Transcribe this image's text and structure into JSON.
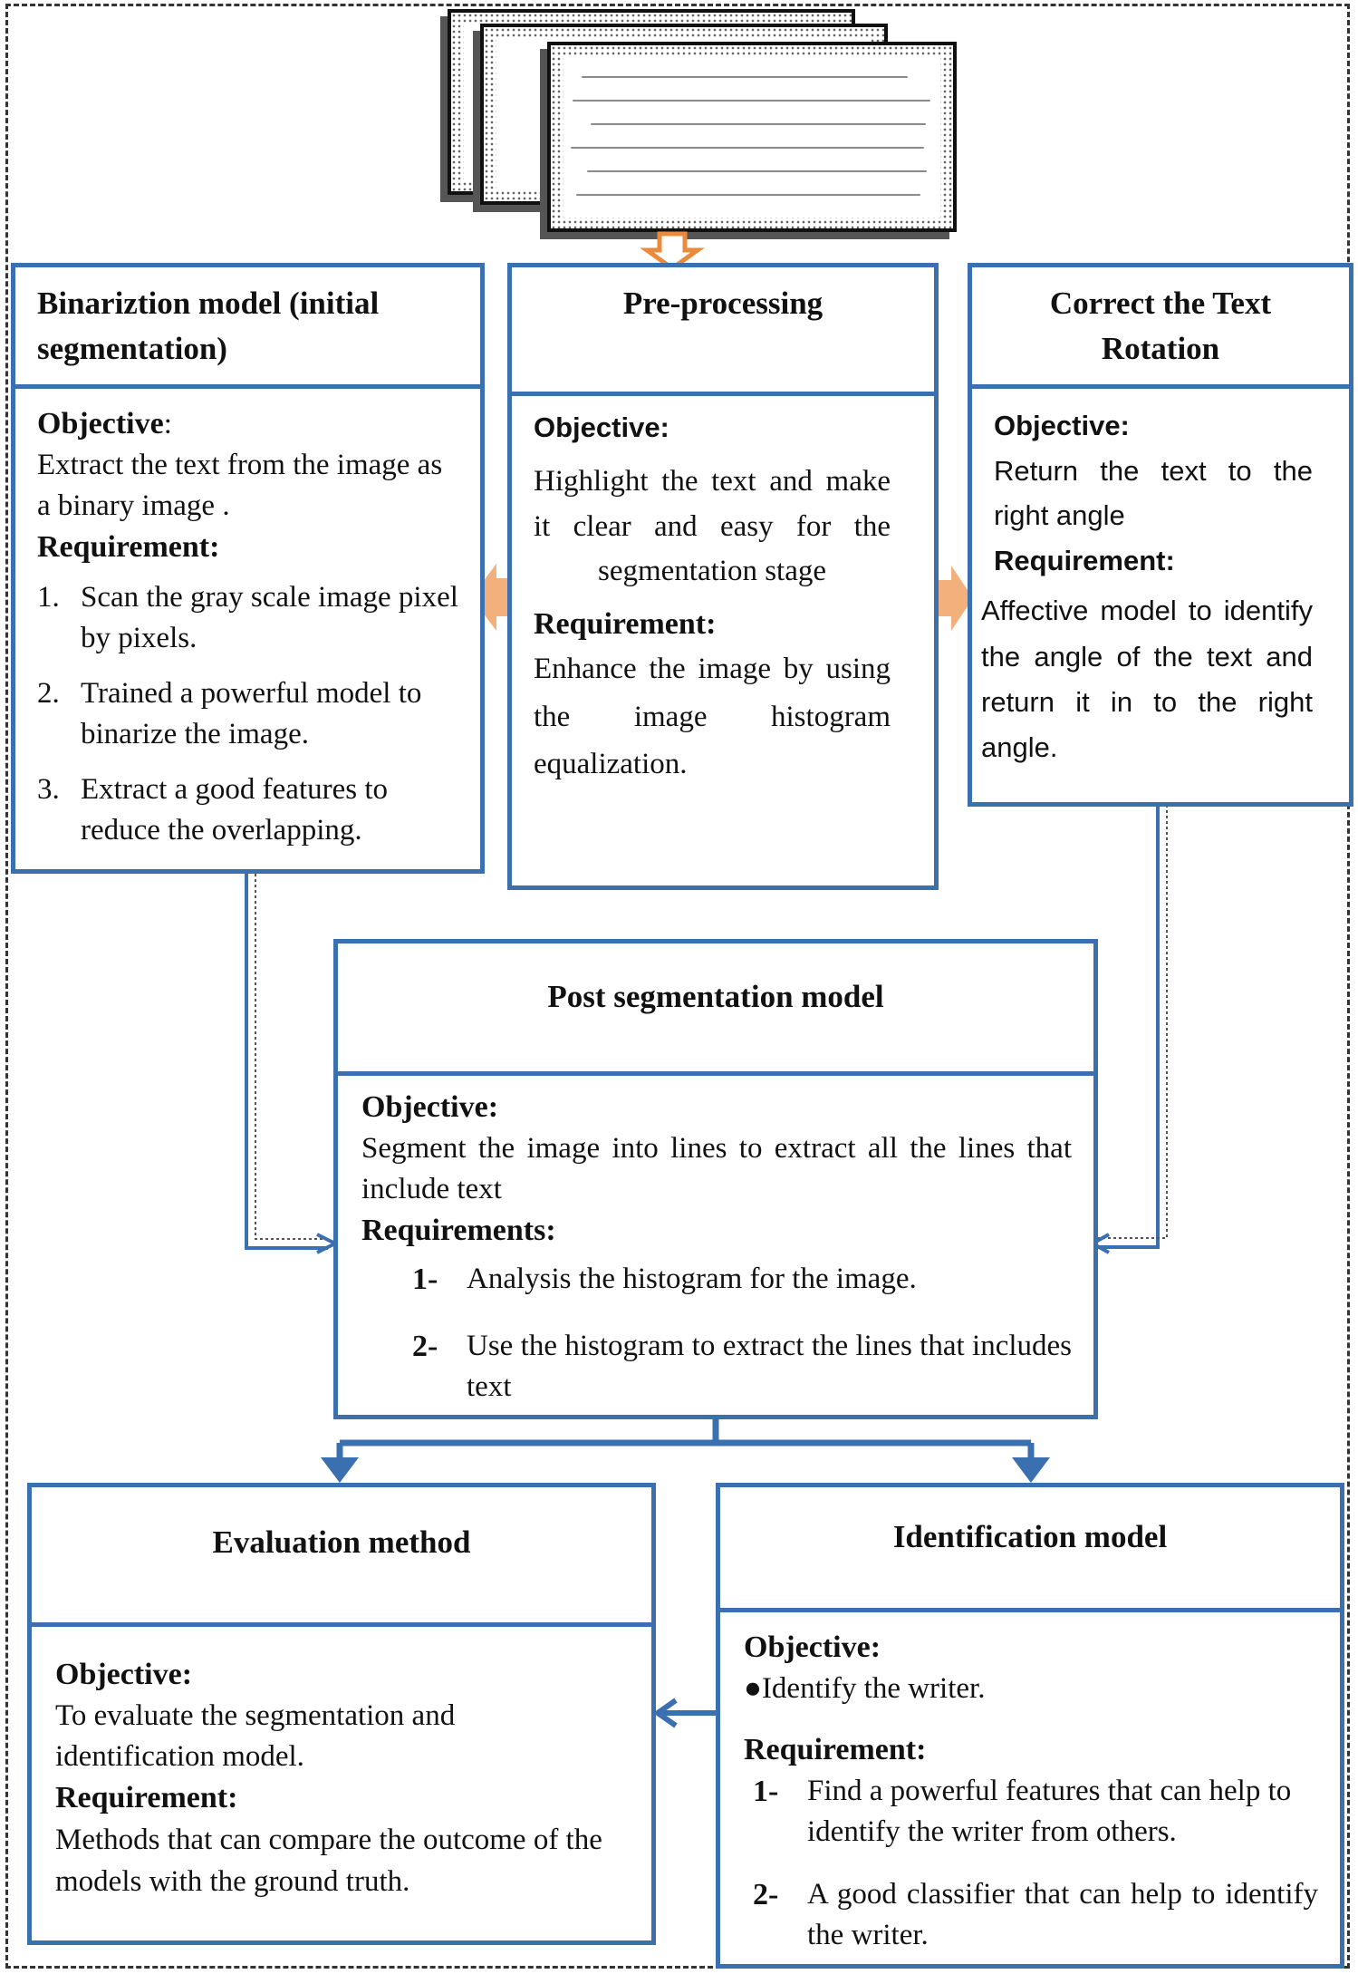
{
  "boxes": {
    "binarization": {
      "title": "Binariztion  model (initial segmentation)",
      "objective_label": "Objective",
      "objective_text": "Extract the text from the image as a binary image .",
      "requirement_label": "Requirement:",
      "items": [
        {
          "num": "1.",
          "text": "Scan the gray scale image pixel by pixels."
        },
        {
          "num": "2.",
          "text": "Trained a powerful  model to binarize the image."
        },
        {
          "num": "3.",
          "text": "Extract a good features to reduce the overlapping."
        }
      ]
    },
    "preprocessing": {
      "title": "Pre-processing",
      "objective_label": "Objective:",
      "objective_text": "Highlight the text and make it clear and easy for the segmentation stage",
      "requirement_label": "Requirement:",
      "requirement_text": "Enhance the image by using the image histogram equalization."
    },
    "rotation": {
      "title": "Correct the Text Rotation",
      "objective_label": "Objective:",
      "objective_text": "Return the text to the right angle",
      "requirement_label": "Requirement:",
      "requirement_text": "Affective model to identify the angle of the text and return it in to the right angle."
    },
    "post_segmentation": {
      "title": "Post segmentation model",
      "objective_label": "Objective:",
      "objective_text": "Segment the image into lines to extract all the lines that include text",
      "requirement_label": "Requirements:",
      "items": [
        {
          "num": "1-",
          "text": "Analysis the histogram for the image."
        },
        {
          "num": "2-",
          "text": "Use the histogram to extract the lines that includes text"
        }
      ]
    },
    "evaluation": {
      "title": "Evaluation method",
      "objective_label": "Objective:",
      "objective_text": "To evaluate the  segmentation and identification model.",
      "requirement_label": "Requirement:",
      "requirement_text": "Methods that can compare the outcome of the models with the ground truth."
    },
    "identification": {
      "title": "Identification model",
      "objective_label": "Objective:",
      "objective_text": "Identify the writer.",
      "requirement_label": "Requirement:",
      "items": [
        {
          "num": "1-",
          "text": "Find a powerful features that can help to identify the writer from others."
        },
        {
          "num": "2-",
          "text": "A good classifier that can help to identify the writer."
        }
      ]
    }
  },
  "colors": {
    "box_border": "#3a6fb0",
    "orange_arrow": "#e98a3c",
    "light_orange_arrow": "#f3b07c"
  }
}
